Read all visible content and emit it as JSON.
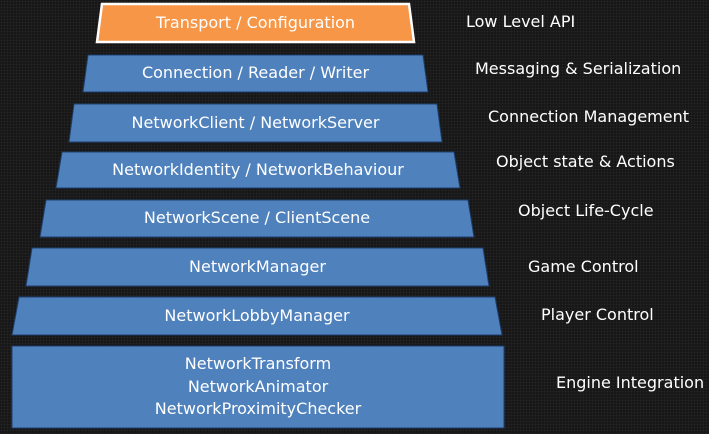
{
  "colors": {
    "layer_fill": "#4f81bd",
    "layer_stroke": "#1f3e6e",
    "top_fill": "#f79646",
    "top_stroke": "#ffffff",
    "text": "#ffffff"
  },
  "layers": [
    {
      "label": "Transport / Configuration",
      "description": "Low Level API"
    },
    {
      "label": "Connection / Reader / Writer",
      "description": "Messaging & Serialization"
    },
    {
      "label": "NetworkClient / NetworkServer",
      "description": "Connection Management"
    },
    {
      "label": "NetworkIdentity / NetworkBehaviour",
      "description": "Object state & Actions"
    },
    {
      "label": "NetworkScene / ClientScene",
      "description": "Object Life-Cycle"
    },
    {
      "label": "NetworkManager",
      "description": "Game Control"
    },
    {
      "label": "NetworkLobbyManager",
      "description": "Player Control"
    },
    {
      "lines": [
        "NetworkTransform",
        "NetworkAnimator",
        "NetworkProximityChecker"
      ],
      "description": "Engine Integration"
    }
  ]
}
